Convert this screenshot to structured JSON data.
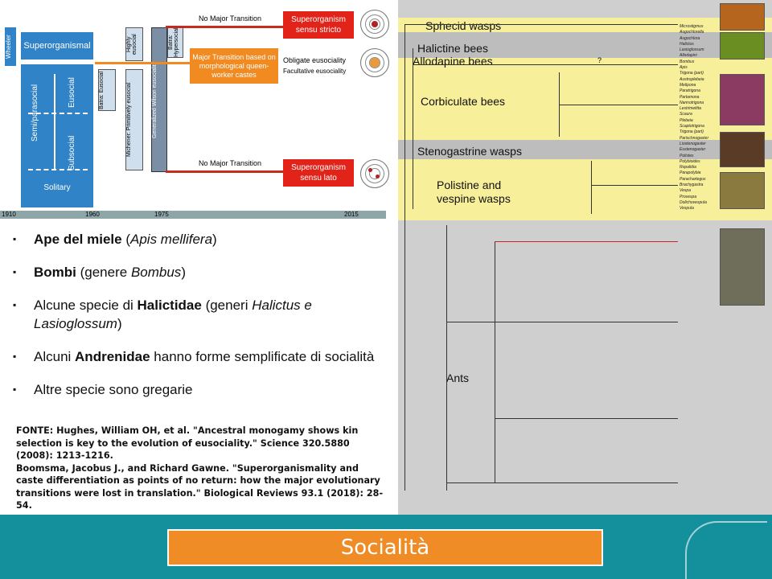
{
  "diagram": {
    "wheeler": "Wheeler",
    "superorganismal": "Superorganismal",
    "semi_parasocial": "Semi/parasocial",
    "eusocial": "Eusocial",
    "subsocial": "Subsocial",
    "solitary": "Solitary",
    "batra_eusocial": "Batra: Eusocial",
    "highly_eusocial": "Highly eusocial",
    "michener": "Michener: Primitively eusocial",
    "wilson": "Generalized Wilson eusociality",
    "batra_hyper": "Batra: Hypersocial",
    "no_major_1": "No Major Transition",
    "major_transition": "Major Transition based on morphological queen-worker castes",
    "no_major_2": "No Major Transition",
    "superorganism_stricto": "Superorganism sensu stricto",
    "obligate": "Obligate eusociality",
    "facultative": "Facultative eusociality",
    "superorganism_lato": "Superorganism sensu lato",
    "timeline": [
      "1910",
      "1960",
      "1975",
      "2015"
    ]
  },
  "bullets": {
    "b1_bold": "Ape del miele",
    "b1_rest_a": " (",
    "b1_ital": "Apis mellifera",
    "b1_rest_b": ")",
    "b2_bold": "Bombi",
    "b2_rest_a": " (genere ",
    "b2_ital": "Bombus",
    "b2_rest_b": ")",
    "b3_pre": "Alcune specie di ",
    "b3_bold": "Halictidae",
    "b3_rest_a": " (generi ",
    "b3_ital": "Halictus e Lasioglossum",
    "b3_rest_b": ")",
    "b4_pre": "Alcuni ",
    "b4_bold": "Andrenidae",
    "b4_rest": " hanno forme semplificate di socialità",
    "b5": "Altre specie sono gregarie"
  },
  "source": {
    "line1": "FONTE: Hughes, William OH, et al. \"Ancestral monogamy shows kin selection is key to the evolution of eusociality.\" Science 320.5880 (2008): 1213-1216.",
    "line2": "Boomsma, Jacobus J., and Richard Gawne. \"Superorganismality and caste differentiation as points of no return: how the major evolutionary transitions were lost in translation.\" Biological Reviews 93.1 (2018): 28-54."
  },
  "tree": {
    "sphecid": "Sphecid wasps",
    "halictine": "Halictine bees",
    "allodapine": "Allodapine bees",
    "corbiculate": "Corbiculate bees",
    "stenogastrine": "Stenogastrine wasps",
    "polistine": "Polistine and vespine wasps",
    "ants": "Ants",
    "question": "?",
    "species_top": [
      "Microstigmus",
      "Augochlorella",
      "Augochlora",
      "Halictus",
      "Lasioglossum",
      "Allodapini",
      "Bombus",
      "Apis",
      "Trigona (part)",
      "Austroplebeia",
      "Melipona",
      "Paratrigona",
      "Partamona",
      "Nannotrigona",
      "Lestrimelitta",
      "Scaura",
      "Plebeia",
      "Scaptotrigona",
      "Trigona (part)",
      "Parischnogaster",
      "Liostenogaster",
      "Eustenogaster",
      "Polistes",
      "Polybioides",
      "Ropalidia",
      "Parapolybia",
      "Parachartegus",
      "Brachygastra",
      "Vespa",
      "Provespa",
      "Dolichovespula",
      "Vespula"
    ]
  },
  "footer": {
    "title": "Socialità"
  },
  "colors": {
    "blue": "#2f83c6",
    "red": "#e2231a",
    "orange": "#f08a21",
    "teal": "#14909c",
    "yellow_band": "#f7ef9a",
    "gray_band": "#bdbdbd"
  }
}
